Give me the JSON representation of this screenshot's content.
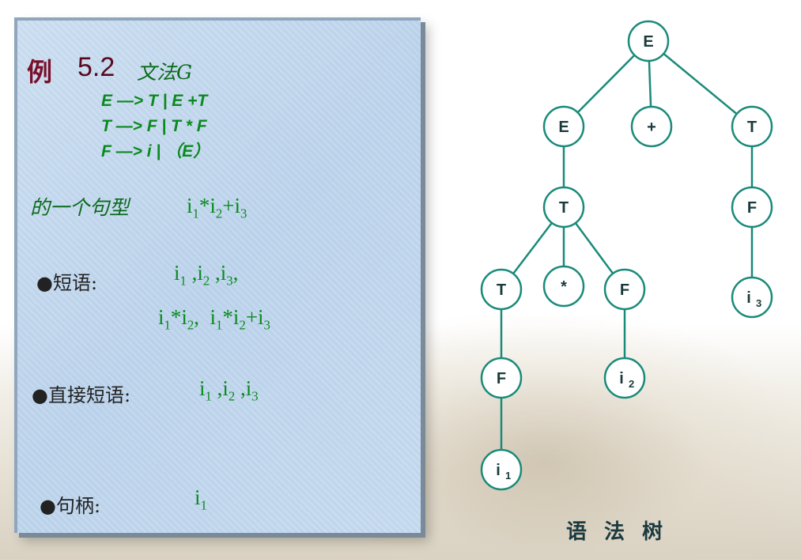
{
  "header": {
    "example_num": "例",
    "example_id": "5.2",
    "grammar_label": "文法G"
  },
  "grammar_rules": [
    "E —> T | E +T",
    "T —> F | T * F",
    "F —> i | （E）"
  ],
  "sentential_form": {
    "label": "的一个句型",
    "value": "i1*i2+i3"
  },
  "phrases": {
    "label": "●短语:",
    "line1": [
      "i1",
      "i2",
      "i3"
    ],
    "line2": [
      "i1*i2",
      "i1*i2+i3"
    ]
  },
  "direct_phrases": {
    "label": "●直接短语:",
    "items": [
      "i1",
      "i2",
      "i3"
    ]
  },
  "handle": {
    "label": "●句柄:",
    "value": "i1"
  },
  "tree": {
    "caption": "语法树",
    "node_color": "#1a8a7a",
    "nodes": [
      {
        "id": "E0",
        "label": "E"
      },
      {
        "id": "E1",
        "label": "E"
      },
      {
        "id": "plus",
        "label": "+"
      },
      {
        "id": "T0",
        "label": "T"
      },
      {
        "id": "T1",
        "label": "T"
      },
      {
        "id": "F0",
        "label": "F"
      },
      {
        "id": "T2",
        "label": "T"
      },
      {
        "id": "star",
        "label": "*"
      },
      {
        "id": "F1",
        "label": "F"
      },
      {
        "id": "i3",
        "label": "i",
        "sub": "3"
      },
      {
        "id": "F2",
        "label": "F"
      },
      {
        "id": "i2",
        "label": "i",
        "sub": "2"
      },
      {
        "id": "i1",
        "label": "i",
        "sub": "1"
      }
    ],
    "edges": [
      [
        "E0",
        "E1"
      ],
      [
        "E0",
        "plus"
      ],
      [
        "E0",
        "T0"
      ],
      [
        "E1",
        "T1"
      ],
      [
        "T0",
        "F0"
      ],
      [
        "T1",
        "T2"
      ],
      [
        "T1",
        "star"
      ],
      [
        "T1",
        "F1"
      ],
      [
        "F0",
        "i3"
      ],
      [
        "T2",
        "F2"
      ],
      [
        "F1",
        "i2"
      ],
      [
        "F2",
        "i1"
      ]
    ]
  }
}
